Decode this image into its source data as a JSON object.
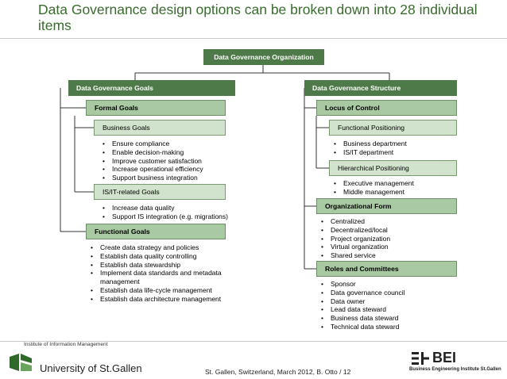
{
  "title": "Data Governance design options can be broken down into 28 individual items",
  "root": "Data Governance Organization",
  "left": {
    "header": "Data Governance Goals",
    "formal": {
      "label": "Formal Goals",
      "business": {
        "label": "Business Goals",
        "items": [
          "Ensure compliance",
          "Enable decision-making",
          "Improve customer satisfaction",
          "Increase operational efficiency",
          "Support business integration"
        ]
      },
      "isit": {
        "label": "IS/IT-related Goals",
        "items": [
          "Increase data quality",
          "Support IS integration (e.g. migrations)"
        ]
      }
    },
    "functional": {
      "label": "Functional Goals",
      "items": [
        "Create data strategy and policies",
        "Establish data quality controlling",
        "Establish data stewardship",
        "Implement data standards and metadata management",
        "Establish data life-cycle management",
        "Establish data architecture management"
      ]
    }
  },
  "right": {
    "header": "Data Governance Structure",
    "locus": {
      "label": "Locus of Control",
      "functional_positioning": {
        "label": "Functional Positioning",
        "items": [
          "Business department",
          "IS/IT department"
        ]
      },
      "hierarchical_positioning": {
        "label": "Hierarchical Positioning",
        "items": [
          "Executive management",
          "Middle management"
        ]
      }
    },
    "org_form": {
      "label": "Organizational Form",
      "items": [
        "Centralized",
        "Decentralized/local",
        "Project organization",
        "Virtual organization",
        "Shared service"
      ]
    },
    "roles": {
      "label": "Roles and Committees",
      "items": [
        "Sponsor",
        "Data governance council",
        "Data owner",
        "Lead data steward",
        "Business data steward",
        "Technical data steward"
      ]
    }
  },
  "footer": {
    "institute": "Institute of Information Management",
    "university": "University of St.Gallen",
    "credit": "St. Gallen, Switzerland, March 2012, B. Otto / 12",
    "bei": "BEI",
    "bei_sub": "Business Engineering Institute St.Gallen"
  },
  "colors": {
    "dark": "#4e7a4a",
    "medium": "#a8c9a1",
    "light": "#d2e3cd",
    "title": "#3a6b2e"
  }
}
